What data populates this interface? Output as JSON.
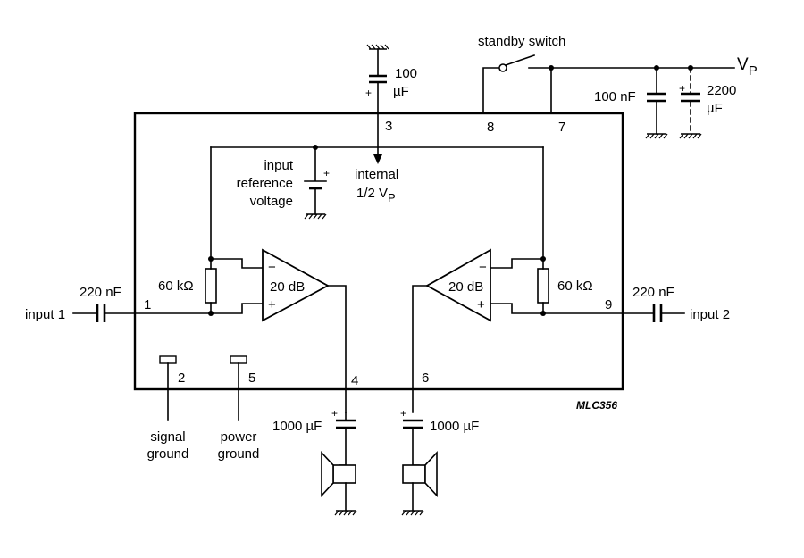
{
  "labels": {
    "standby_switch": "standby switch",
    "vp": "V",
    "vp_sub": "P",
    "cap_top_value": "100",
    "cap_top_unit": "µF",
    "cap_100nF": "100 nF",
    "cap_2200_value": "2200",
    "cap_2200_unit": "µF",
    "input_ref_1": "input",
    "input_ref_2": "reference",
    "input_ref_3": "voltage",
    "internal_1": "internal",
    "internal_2": "1/2 V",
    "internal_2_sub": "P",
    "res_left": "60 kΩ",
    "res_right": "60 kΩ",
    "amp_left_gain": "20 dB",
    "amp_right_gain": "20 dB",
    "minus": "−",
    "plus": "+",
    "cap_in_left": "220 nF",
    "cap_in_right": "220 nF",
    "input_1": "input 1",
    "input_2": "input 2",
    "cap_out_left": "1000 µF",
    "cap_out_right": "1000 µF",
    "signal_ground_1": "signal",
    "signal_ground_2": "ground",
    "power_ground_1": "power",
    "power_ground_2": "ground",
    "code": "MLC356"
  },
  "pins": {
    "p1": "1",
    "p2": "2",
    "p3": "3",
    "p4": "4",
    "p5": "5",
    "p6": "6",
    "p7": "7",
    "p8": "8",
    "p9": "9"
  }
}
